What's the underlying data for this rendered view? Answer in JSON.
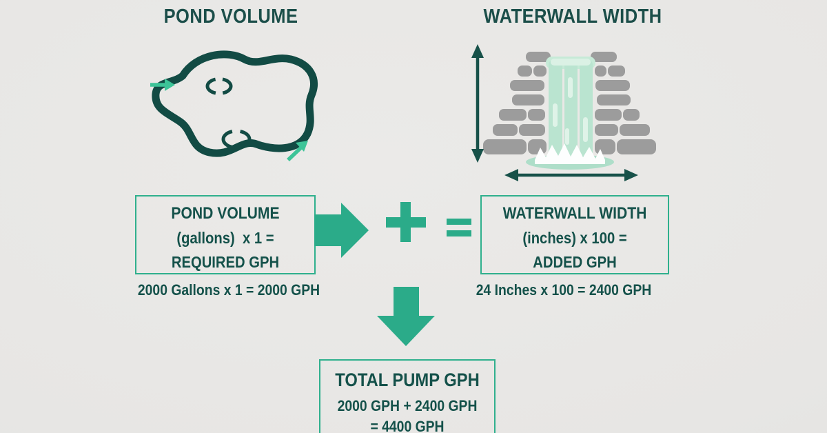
{
  "colors": {
    "background": "#e7e6e4",
    "accent_green": "#2bab89",
    "border_green": "#2fb08d",
    "light_green_arrow": "#3dc498",
    "dark_teal_text": "#14514a",
    "pond_outline": "#124b44",
    "measure_arrow": "#175149",
    "stone_gray": "#9c9c9c",
    "waterfall_mint": "#bae4d0",
    "waterfall_highlight": "#dbf1e5",
    "pool_mint": "#aedec9",
    "splash_white": "#fdfefe"
  },
  "pond_section": {
    "title": "POND VOLUME",
    "formula_box": {
      "line1": "POND VOLUME",
      "line2": "(gallons)  x 1 =",
      "line3": "REQUIRED GPH"
    },
    "example": "2000 Gallons x 1 = 2000 GPH"
  },
  "waterwall_section": {
    "title": "WATERWALL WIDTH",
    "formula_box": {
      "line1": "WATERWALL WIDTH",
      "line2": "(inches) x 100 =",
      "line3": "ADDED GPH"
    },
    "example": "24 Inches x 100 = 2400 GPH"
  },
  "total_box": {
    "line1": "TOTAL PUMP GPH",
    "line2": "2000 GPH + 2400 GPH",
    "line3": "= 4400 GPH"
  },
  "icons": {
    "inflow_arrow": "→",
    "outflow_arrow": "↗",
    "height_measure_arrow": "↕",
    "width_measure_arrow": "↔",
    "flow_arrow_right": "➡",
    "flow_arrow_down": "⬇",
    "plus_operator": "+",
    "equals_operator": "="
  }
}
